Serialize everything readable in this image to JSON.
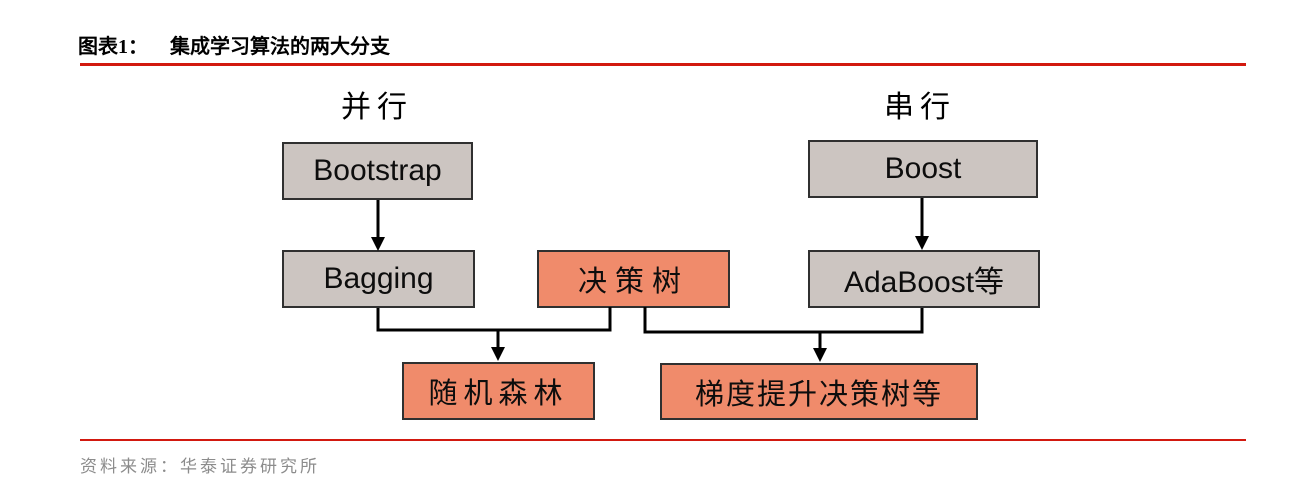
{
  "header": {
    "figure_label": "图表1：",
    "figure_title": "集成学习算法的两大分支"
  },
  "diagram": {
    "branch_labels": {
      "parallel": "并行",
      "serial": "串行"
    },
    "nodes": {
      "bootstrap": "Bootstrap",
      "bagging": "Bagging",
      "decision_tree": "决策树",
      "boost": "Boost",
      "adaboost": "AdaBoost等",
      "random_forest": "随机森林",
      "gbdt": "梯度提升决策树等"
    }
  },
  "footer": {
    "source": "资料来源：华泰证券研究所"
  },
  "colors": {
    "accent_red": "#D2190F",
    "node_gray_fill": "#CCC5C1",
    "node_salmon_fill": "#F08B6B",
    "node_border": "#303030",
    "connector": "#000000",
    "source_text": "#8C8C8C",
    "title_text": "#000000"
  }
}
